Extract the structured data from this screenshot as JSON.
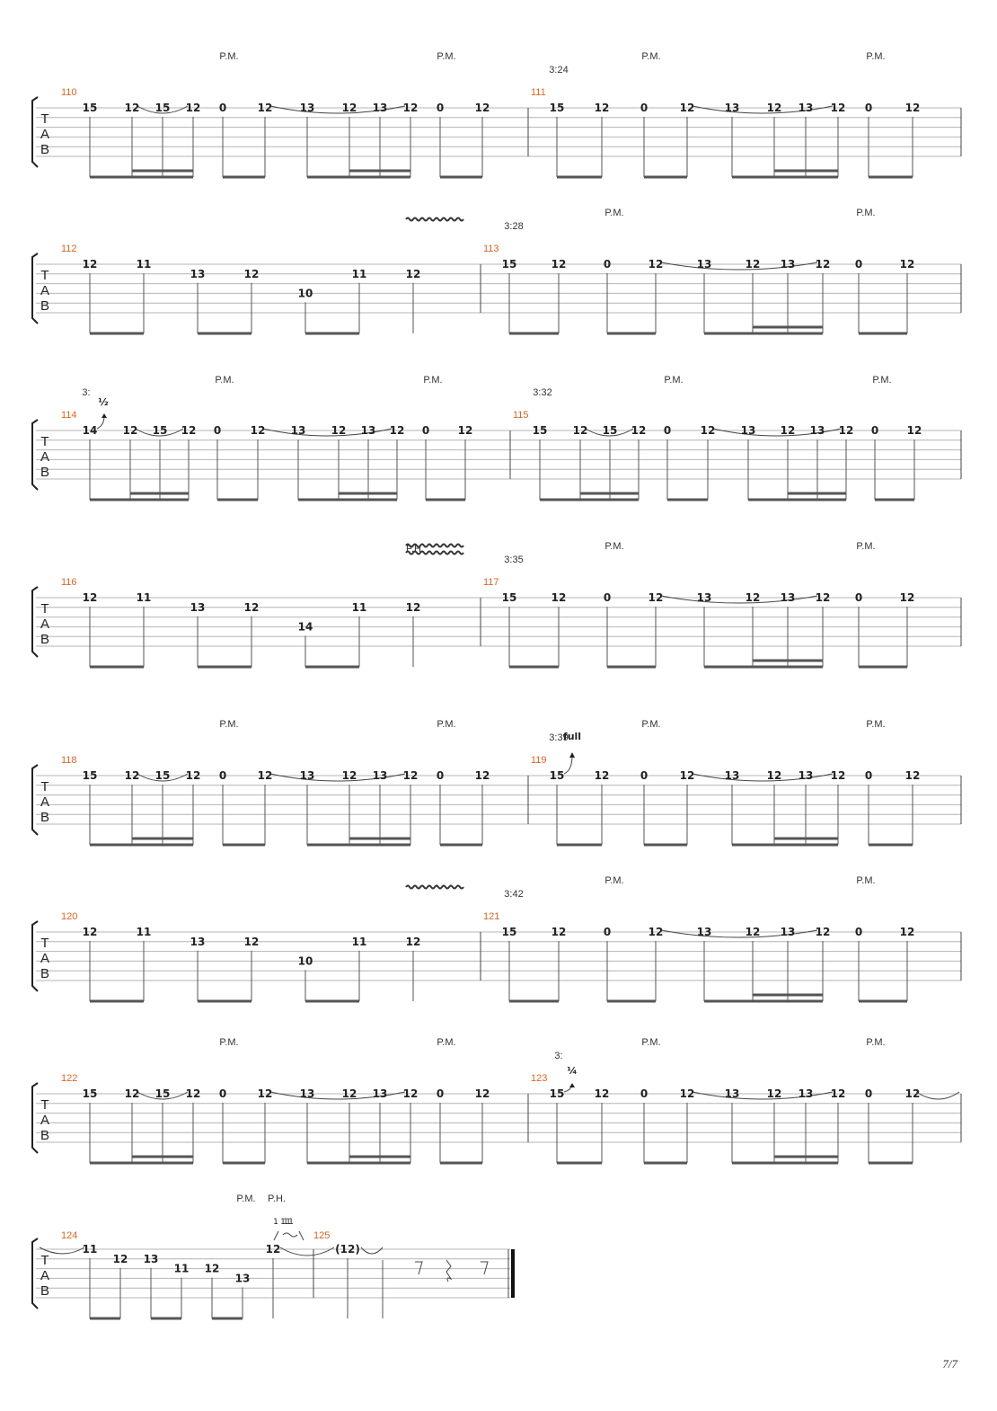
{
  "page": {
    "number": "7/7"
  },
  "tab_label": [
    "T",
    "A",
    "B"
  ],
  "systems": [
    {
      "measure_labels": [
        "110",
        "111"
      ],
      "timestamps": [
        "3:24"
      ],
      "palm_mutes": [
        "P.M.",
        "P.M.",
        "P.M.",
        "P.M."
      ],
      "frets": [
        "15",
        "12",
        "15",
        "12",
        "0",
        "12",
        "13",
        "12",
        "13",
        "12",
        "0",
        "12",
        "15",
        "12",
        "0",
        "12",
        "13",
        "12",
        "13",
        "12",
        "0",
        "12"
      ]
    },
    {
      "measure_labels": [
        "112",
        "113"
      ],
      "timestamps": [
        "3:28"
      ],
      "palm_mutes": [
        "P.M.",
        "P.M."
      ],
      "frets": [
        "12",
        "11",
        "13",
        "12",
        "10",
        "11",
        "12",
        "15",
        "12",
        "0",
        "12",
        "13",
        "12",
        "13",
        "12",
        "0",
        "12"
      ]
    },
    {
      "measure_labels": [
        "114",
        "115"
      ],
      "timestamps": [
        "3:",
        "3:32"
      ],
      "palm_mutes": [
        "P.M.",
        "P.M.",
        "P.M.",
        "P.M."
      ],
      "bends": [
        "½"
      ],
      "frets": [
        "14",
        "12",
        "15",
        "12",
        "0",
        "12",
        "13",
        "12",
        "13",
        "12",
        "0",
        "12",
        "15",
        "12",
        "15",
        "12",
        "0",
        "12",
        "13",
        "12",
        "13",
        "12",
        "0",
        "12"
      ]
    },
    {
      "measure_labels": [
        "116",
        "117"
      ],
      "timestamps": [
        "3:35"
      ],
      "palm_mutes": [
        "P.M.",
        "P.M."
      ],
      "harmonics": [
        "P.H."
      ],
      "frets": [
        "12",
        "11",
        "13",
        "12",
        "14",
        "11",
        "12",
        "15",
        "12",
        "0",
        "12",
        "13",
        "12",
        "13",
        "12",
        "0",
        "12"
      ]
    },
    {
      "measure_labels": [
        "118",
        "119"
      ],
      "timestamps": [
        "3:39"
      ],
      "palm_mutes": [
        "P.M.",
        "P.M.",
        "P.M.",
        "P.M."
      ],
      "bends": [
        "full"
      ],
      "frets": [
        "15",
        "12",
        "15",
        "12",
        "0",
        "12",
        "13",
        "12",
        "13",
        "12",
        "0",
        "12",
        "15",
        "12",
        "0",
        "12",
        "13",
        "12",
        "13",
        "12",
        "0",
        "12"
      ]
    },
    {
      "measure_labels": [
        "120",
        "121"
      ],
      "timestamps": [
        "3:42"
      ],
      "palm_mutes": [
        "P.M.",
        "P.M."
      ],
      "frets": [
        "12",
        "11",
        "13",
        "12",
        "10",
        "11",
        "12",
        "15",
        "12",
        "0",
        "12",
        "13",
        "12",
        "13",
        "12",
        "0",
        "12"
      ]
    },
    {
      "measure_labels": [
        "122",
        "123"
      ],
      "timestamps": [
        "3:"
      ],
      "palm_mutes": [
        "P.M.",
        "P.M.",
        "P.M.",
        "P.M."
      ],
      "bends": [
        "¼"
      ],
      "frets": [
        "15",
        "12",
        "15",
        "12",
        "0",
        "12",
        "13",
        "12",
        "13",
        "12",
        "0",
        "12",
        "15",
        "12",
        "0",
        "12",
        "13",
        "12",
        "13",
        "12",
        "0",
        "12"
      ]
    },
    {
      "measure_labels": [
        "124",
        "125"
      ],
      "palm_mutes": [
        "P.M."
      ],
      "harmonics": [
        "P.H."
      ],
      "bend_steps": [
        "1",
        "1",
        "1",
        "1",
        "1"
      ],
      "frets": [
        "11",
        "12",
        "13",
        "11",
        "12",
        "13",
        "12",
        "(12)"
      ]
    }
  ]
}
